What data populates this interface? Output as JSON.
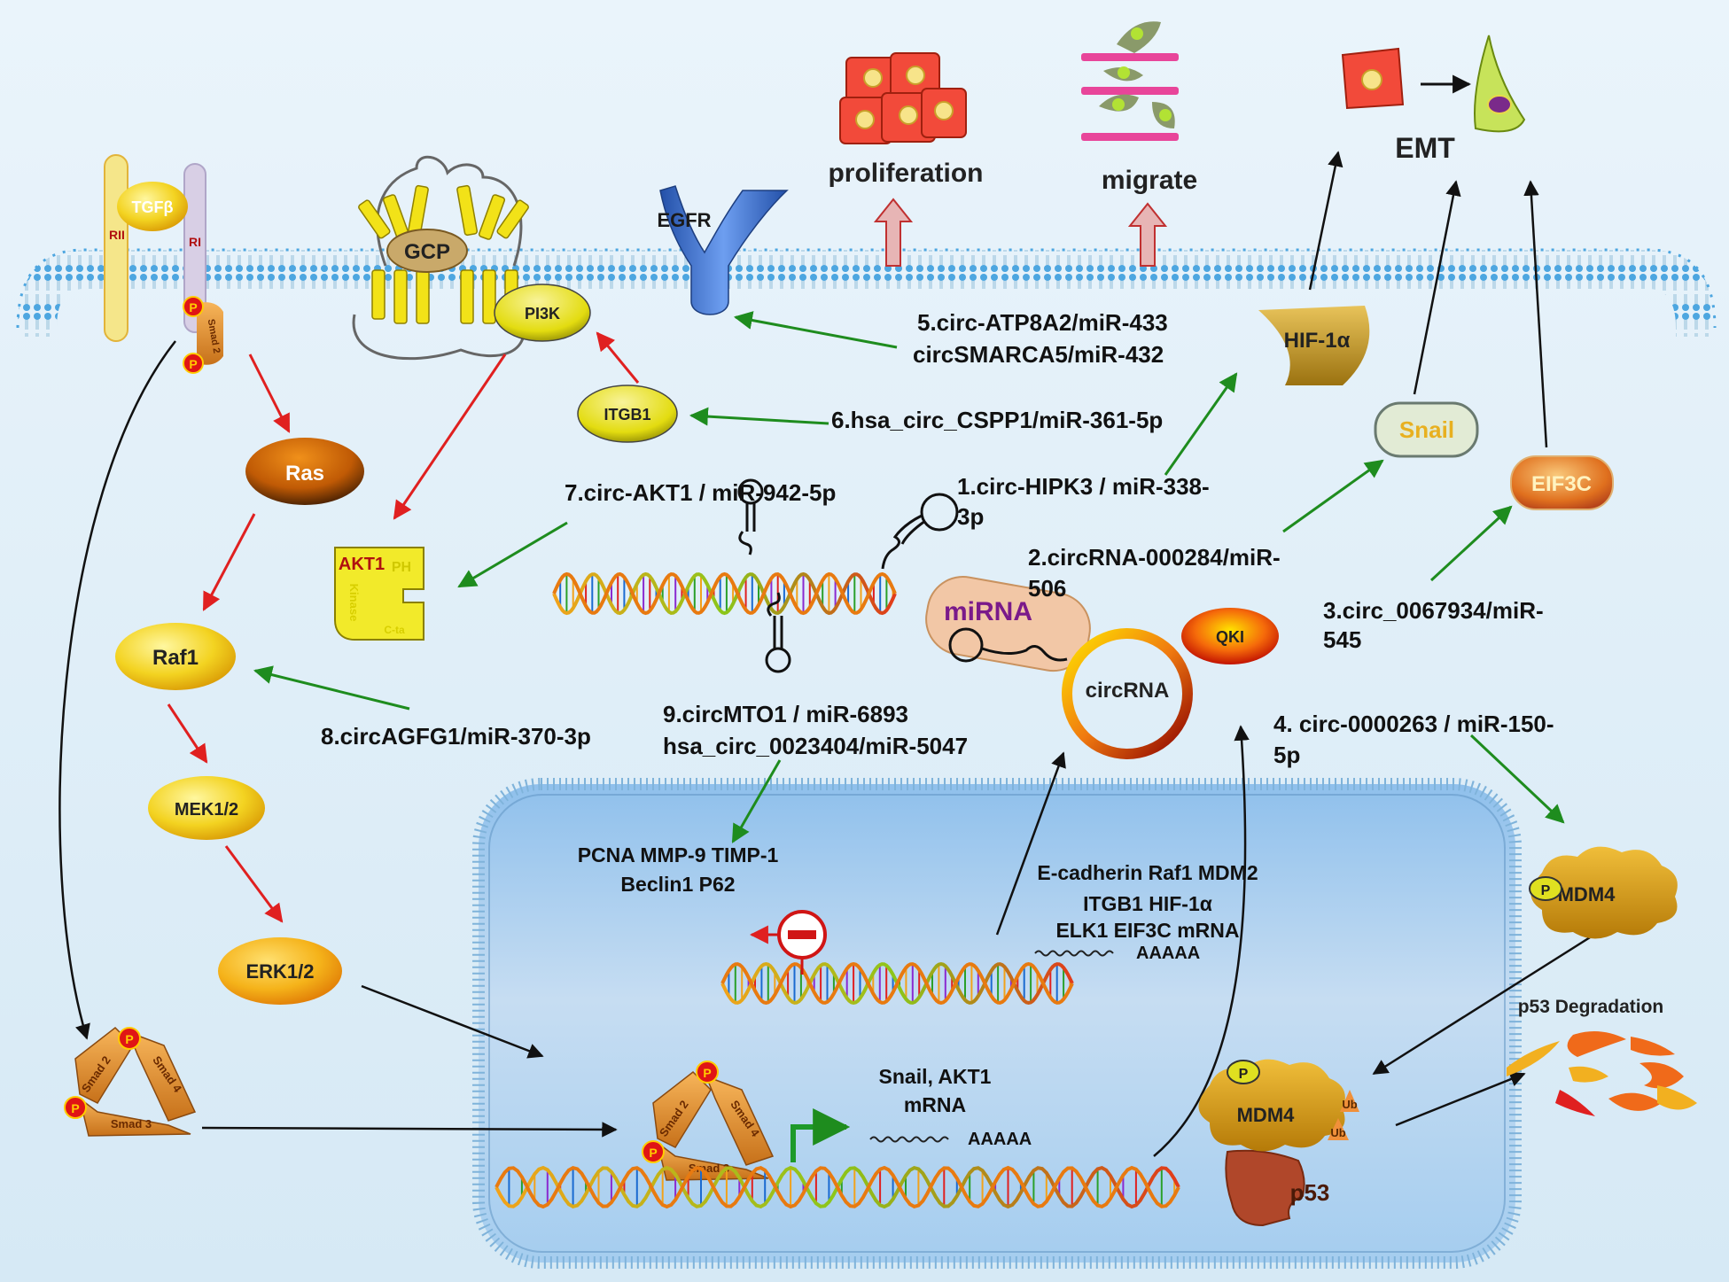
{
  "receptors": {
    "tgfb": "TGFβ",
    "rii": "RII",
    "ri": "RI",
    "smad2": "Smad 2",
    "p": "P",
    "gcp": "GCP",
    "pi3k": "PI3K",
    "egfr": "EGFR",
    "itgb1": "ITGB1"
  },
  "pathway": {
    "ras": "Ras",
    "raf1": "Raf1",
    "mek": "MEK1/2",
    "erk": "ERK1/2",
    "akt1": "AKT1",
    "ph": "PH",
    "kinase": "Kinase",
    "cterm": "C-ta"
  },
  "smad_complex": {
    "smad2": "Smad 2",
    "smad3": "Smad 3",
    "smad4": "Smad 4",
    "p": "P"
  },
  "outcomes": {
    "proliferation": "proliferation",
    "migrate": "migrate",
    "emt": "EMT",
    "hif1a": "HIF-1α",
    "snail": "Snail",
    "eif3c": "EIF3C",
    "qki": "QKI",
    "mirna": "miRNA",
    "circrna": "circRNA"
  },
  "circ_labels": {
    "c1_line1": "1.circ-HIPK3 / miR-338-",
    "c1_line2": "3p",
    "c2_line1": "2.circRNA-000284/miR-",
    "c2_line2": "506",
    "c3_line1": "3.circ_0067934/miR-",
    "c3_line2": "545",
    "c4_line1": "4. circ-0000263 / miR-150-",
    "c4_line2": "5p",
    "c5_line1": "5.circ-ATP8A2/miR-433",
    "c5_line2": "circSMARCA5/miR-432",
    "c6": "6.hsa_circ_CSPP1/miR-361-5p",
    "c7": "7.circ-AKT1 / miR-942-5p",
    "c8": "8.circAGFG1/miR-370-3p",
    "c9_line1": "9.circMTO1 / miR-6893",
    "c9_line2": "hsa_circ_0023404/miR-5047"
  },
  "nucleus": {
    "genes1_line1": "PCNA MMP-9 TIMP-1",
    "genes1_line2": "Beclin1 P62",
    "genes2_line1": "E-cadherin Raf1 MDM2",
    "genes2_line2": "ITGB1 HIF-1α",
    "genes2_line3": "ELK1 EIF3C mRNA",
    "polya": "AAAAA",
    "snail_line1": "Snail, AKT1",
    "snail_line2": "mRNA"
  },
  "p53_module": {
    "mdm4": "MDM4",
    "p": "P",
    "ub": "Ub",
    "p53": "p53",
    "degradation": "p53 Degradation"
  },
  "colors": {
    "background": "#dcecf5",
    "membrane": "#4da6e0",
    "nucleus": "#b7d6f0",
    "activation_arrow": "#e02020",
    "circ_arrow": "#1e8c1e",
    "black_arrow": "#111111",
    "yellow_node": "#f3d321",
    "orange_node": "#f29a10"
  }
}
